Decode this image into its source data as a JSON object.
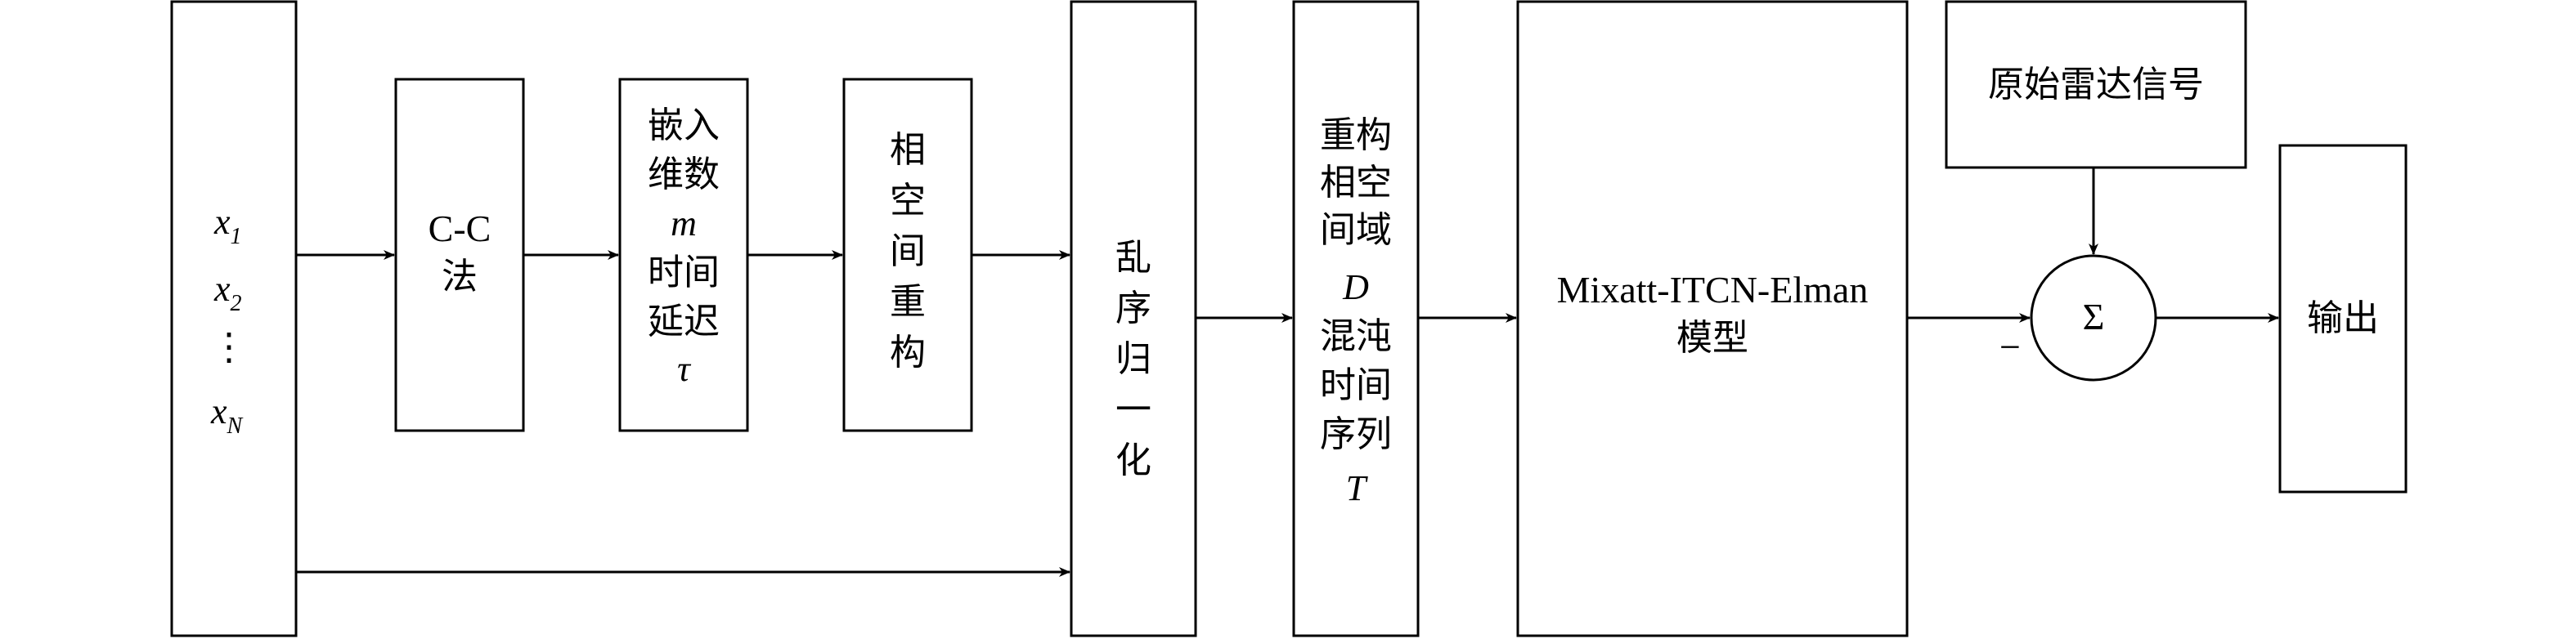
{
  "diagram": {
    "input": {
      "x1": "x",
      "x1_sub": "1",
      "x2": "x",
      "x2_sub": "2",
      "dots": "⋮",
      "xn": "x",
      "xn_sub": "N"
    },
    "cc_method": {
      "line1": "C-C",
      "line2": "法"
    },
    "embed": {
      "line1": "嵌入",
      "line2": "维数",
      "m": "m",
      "line3": "时间",
      "line4": "延迟",
      "tau": "τ"
    },
    "phase_space": {
      "chars": [
        "相",
        "空",
        "间",
        "重",
        "构"
      ]
    },
    "shuffle_norm": {
      "chars": [
        "乱",
        "序",
        "归",
        "一",
        "化"
      ]
    },
    "reconstructed": {
      "line1": "重构",
      "line2": "相空",
      "line3": "间域",
      "D": "D",
      "line4": "混沌",
      "line5": "时间",
      "line6": "序列",
      "T": "T"
    },
    "model": {
      "line1": "Mixatt-ITCN-Elman",
      "line2": "模型"
    },
    "raw_signal": "原始雷达信号",
    "sum_symbol": "Σ",
    "minus_sign": "−",
    "output": "输出"
  }
}
